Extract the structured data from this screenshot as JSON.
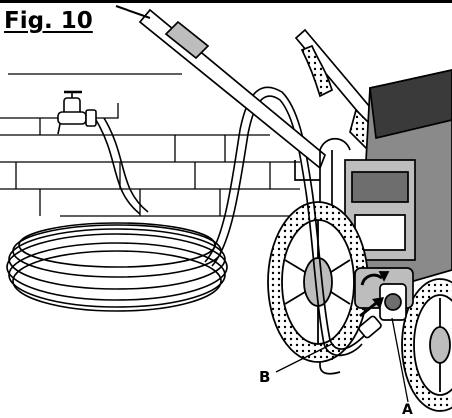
{
  "figure": {
    "title": "Fig. 10",
    "callouts": {
      "a": "A",
      "b": "B"
    }
  },
  "colors": {
    "ink": "#000000",
    "paper": "#ffffff",
    "shade": "#bdbdbd",
    "dark_shade": "#6e6e6e"
  }
}
